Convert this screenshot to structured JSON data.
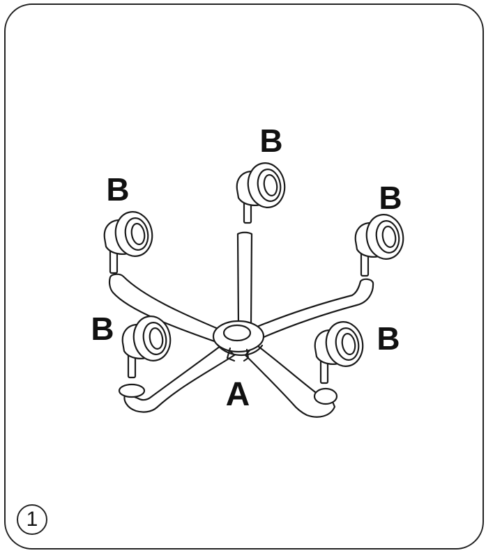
{
  "step": {
    "number": "1"
  },
  "labels": {
    "base": "A",
    "caster_top": "B",
    "caster_upper_left": "B",
    "caster_upper_right": "B",
    "caster_lower_left": "B",
    "caster_lower_right": "B"
  }
}
